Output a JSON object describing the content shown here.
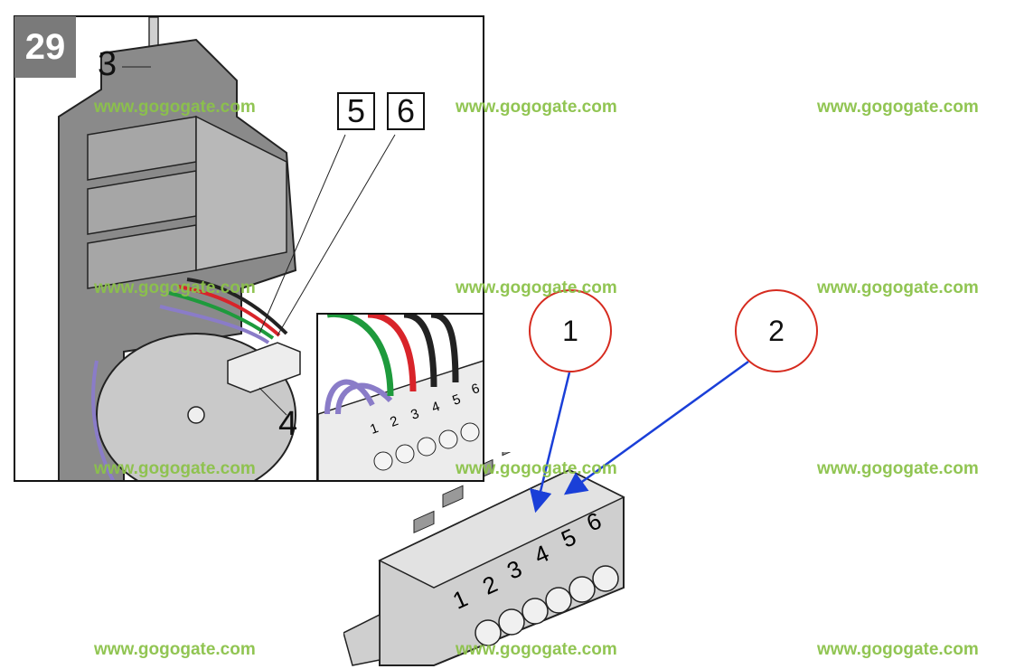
{
  "figure_number": "29",
  "callouts": {
    "c3": "3",
    "c4": "4",
    "c5": "5",
    "c6": "6"
  },
  "terminal_numbers": [
    "1",
    "2",
    "3",
    "4",
    "5",
    "6"
  ],
  "circle_labels": [
    "1",
    "2"
  ],
  "watermark": "www.gogogate.com",
  "colors": {
    "circle_border": "#d62b1f",
    "arrow": "#1a3fd8",
    "watermark": "#8cc24a",
    "wire_purple": "#8a7cc8",
    "wire_green": "#1e9a3c",
    "wire_red": "#d8242a",
    "wire_black": "#222222"
  }
}
